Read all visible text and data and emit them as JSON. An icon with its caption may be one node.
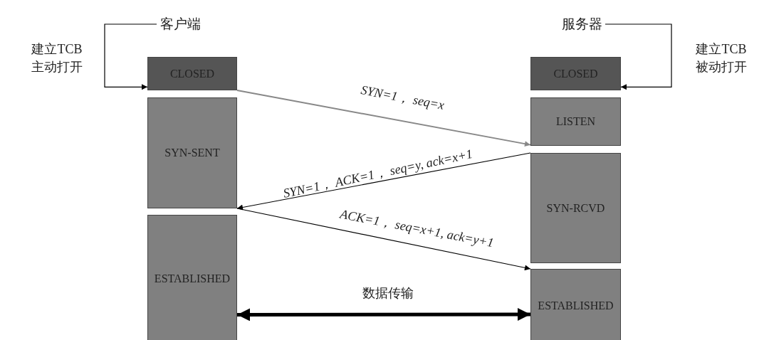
{
  "diagram": {
    "nodes": [
      {
        "text": [
          "客户端"
        ]
      },
      {
        "text": [
          "服务器"
        ]
      },
      {
        "text": [
          "CLOSED"
        ]
      },
      {
        "text": [
          "SYN-SENT"
        ]
      },
      {
        "text": [
          "ESTABLISHED"
        ]
      },
      {
        "text": [
          "CLOSED"
        ]
      },
      {
        "text": [
          "LISTEN"
        ]
      },
      {
        "text": [
          "SYN-RCVD"
        ]
      },
      {
        "text": [
          "ESTABLISHED"
        ]
      }
    ],
    "edges": [
      {
        "from": 0,
        "to": 2,
        "arrow": "to",
        "label": "建立TCB 主动打开"
      },
      {
        "from": 1,
        "to": 5,
        "arrow": "to",
        "label": "建立TCB 被动打开"
      },
      {
        "from": 2,
        "to": 6,
        "arrow": "to",
        "label": "SYN=1， seq=x",
        "color": "#888888"
      },
      {
        "from": 7,
        "to": 3,
        "arrow": "to",
        "label": "SYN=1， ACK=1， seq=y, ack=x+1"
      },
      {
        "from": 3,
        "to": 8,
        "arrow": "to",
        "label": "ACK=1， seq=x+1, ack=y+1"
      },
      {
        "from": 4,
        "to": 8,
        "arrow": "both",
        "label": "数据传输",
        "style": "thick"
      }
    ]
  }
}
